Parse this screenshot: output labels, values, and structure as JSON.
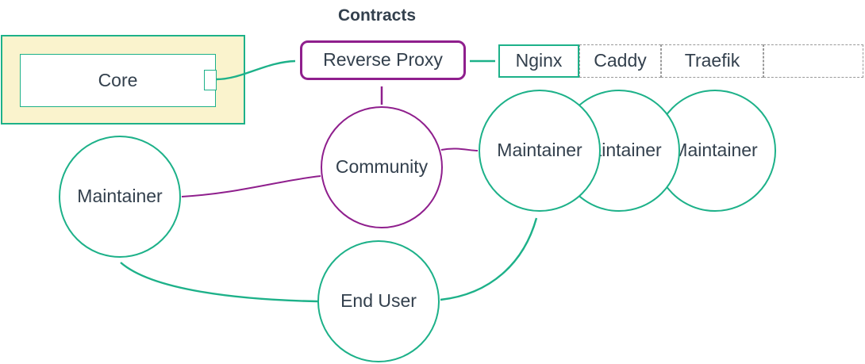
{
  "colors": {
    "teal": "#1db189",
    "purple": "#8f1f8d",
    "text": "#33404d",
    "subgraph_fill": "#faf3cd",
    "node_fill": "#ffffff",
    "dashed_border": "#999999"
  },
  "title": "Contracts",
  "nodes": {
    "core": {
      "label": "Core"
    },
    "reverse_proxy": {
      "label": "Reverse Proxy"
    },
    "proxy_row": {
      "cells": [
        "Nginx",
        "Caddy",
        "Traefik",
        ""
      ]
    },
    "community": {
      "label": "Community"
    },
    "maintainer_left": {
      "label": "Maintainer"
    },
    "maintainers_right": [
      {
        "label": "Maintainer"
      },
      {
        "label": "Maintainer"
      },
      {
        "label": "Maintainer"
      }
    ],
    "end_user": {
      "label": "End User"
    }
  },
  "edges": [
    {
      "from": "Core",
      "to": "Reverse Proxy",
      "style": "arrow",
      "color": "teal"
    },
    {
      "from": "Reverse Proxy",
      "to": "Nginx",
      "style": "double-arrow",
      "color": "teal"
    },
    {
      "from": "Community",
      "to": "Reverse Proxy",
      "style": "arrow",
      "color": "purple"
    },
    {
      "from": "Community",
      "to": "Maintainer (left)",
      "style": "line",
      "color": "purple"
    },
    {
      "from": "Community",
      "to": "Maintainer (right)",
      "style": "line",
      "color": "purple"
    },
    {
      "from": "End User",
      "to": "Maintainer (left)",
      "style": "arrow",
      "color": "teal"
    },
    {
      "from": "End User",
      "to": "Maintainer (right)",
      "style": "arrow",
      "color": "teal"
    }
  ]
}
